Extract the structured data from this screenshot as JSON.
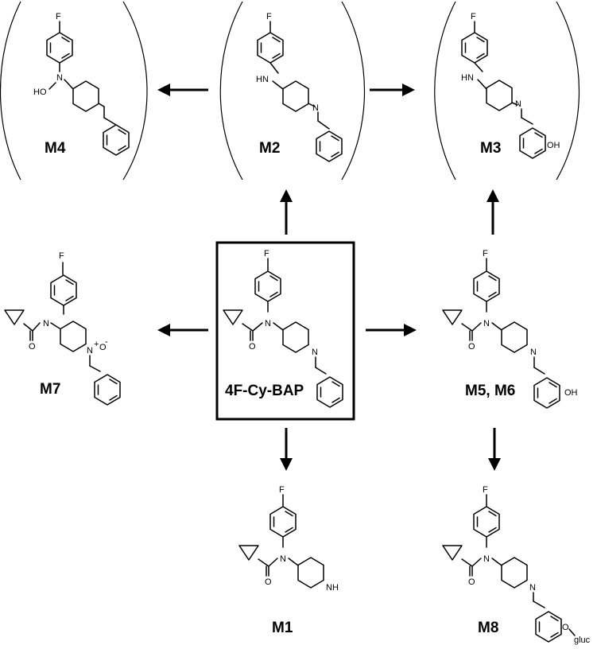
{
  "center_label": "4F-Cy-BAP",
  "metabolites": {
    "m4": "M4",
    "m2": "M2",
    "m3": "M3",
    "m7": "M7",
    "m56": "M5, M6",
    "m1": "M1",
    "m8": "M8"
  },
  "atoms": {
    "fluorine": "F",
    "nitrogen": "N",
    "oxygen": "O",
    "amine": "HN",
    "amine_ring": "NH",
    "hydroxyl": "OH",
    "hydroxylamine": "HO",
    "n_oxide_charge": "+",
    "n_oxide_o": "O",
    "n_oxide_charge_neg": "-",
    "glucuronide": "gluc"
  },
  "colors": {
    "ink": "#000000",
    "background": "#ffffff"
  }
}
